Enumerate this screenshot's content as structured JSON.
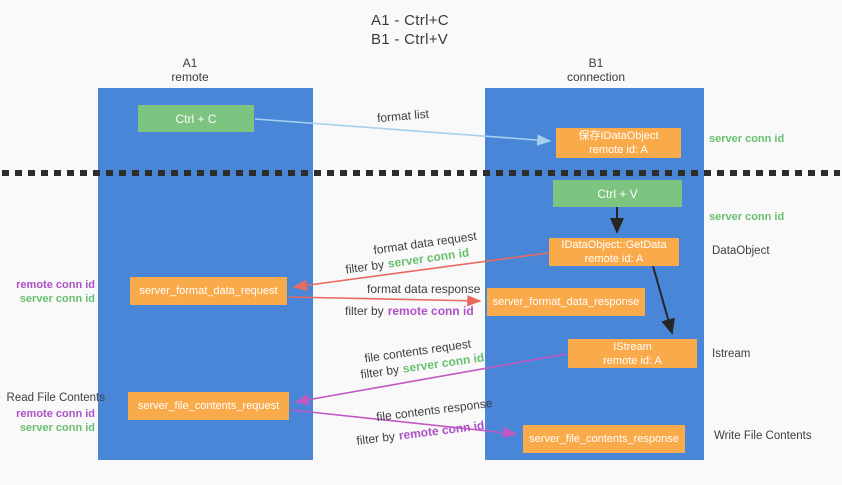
{
  "title": {
    "line1": "A1 - Ctrl+C",
    "line2": "B1 - Ctrl+V"
  },
  "columns": {
    "left": {
      "id": "A1",
      "role": "remote"
    },
    "right": {
      "id": "B1",
      "role": "connection"
    }
  },
  "nodes": {
    "ctrl_c": {
      "label": "Ctrl + C"
    },
    "save_idataobject": {
      "line1": "保存IDataObject",
      "line2": "remote id: A"
    },
    "ctrl_v": {
      "label": "Ctrl + V"
    },
    "getdata": {
      "line1": "IDataObject::GetData",
      "line2": "remote id: A"
    },
    "format_request": {
      "label": "server_format_data_request"
    },
    "format_response": {
      "label": "server_format_data_response"
    },
    "istream": {
      "line1": "IStream",
      "line2": "remote id: A"
    },
    "file_request": {
      "label": "server_file_contents_request"
    },
    "file_response": {
      "label": "server_file_contents_response"
    }
  },
  "edge_labels": {
    "format_list": "format list",
    "format_data_request": "format data request",
    "format_data_response": "format data response",
    "file_contents_request": "file contents request",
    "file_contents_response": "file contents response",
    "filter_by": "filter by",
    "server_conn_id": "server conn id",
    "remote_conn_id": "remote conn id"
  },
  "side_labels": {
    "server_conn_id_top": "server conn id",
    "server_conn_id_mid": "server conn id",
    "dataobject": "DataObject",
    "istream": "Istream",
    "write_file_contents": "Write File Contents",
    "read_file_contents": "Read File Contents",
    "remote_conn_id": "remote conn id",
    "server_conn_id": "server conn id"
  },
  "colors": {
    "column_blue": "#4a86d8",
    "node_green": "#7cc480",
    "node_orange": "#f9aa4b",
    "conn_id_green": "#69bf70",
    "conn_id_purple": "#ac51c6",
    "arrow_red": "#e96a5f",
    "arrow_magenta": "#c158c3",
    "arrow_light_blue": "#a6d1ee",
    "arrow_black": "#262626",
    "background": "#f9f9f9"
  }
}
